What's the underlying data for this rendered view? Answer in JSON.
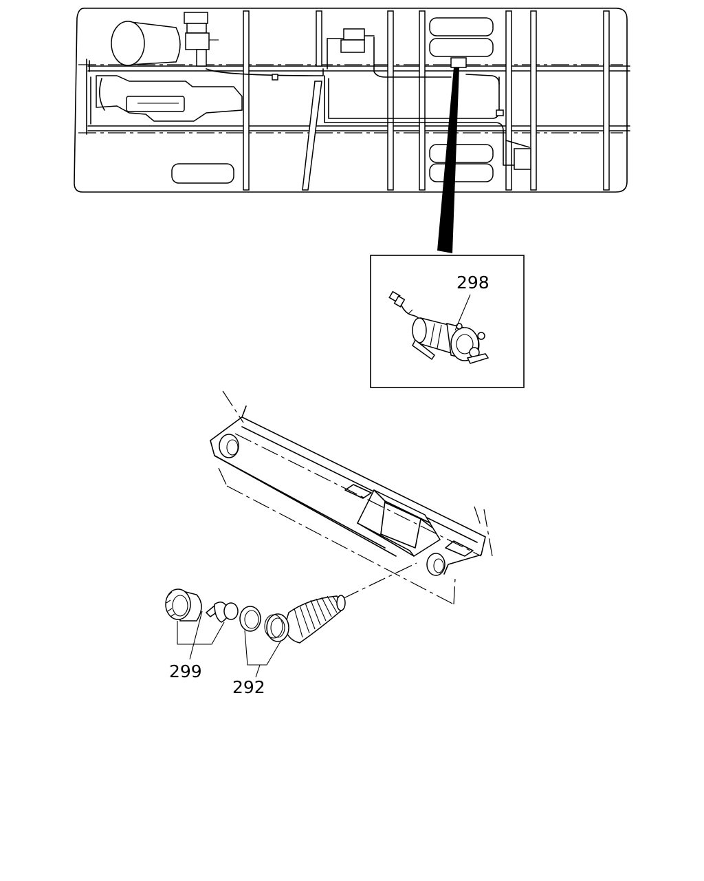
{
  "callouts": {
    "pump": "298",
    "hose_clamp_set": "299",
    "duct_ring_set": "292"
  }
}
